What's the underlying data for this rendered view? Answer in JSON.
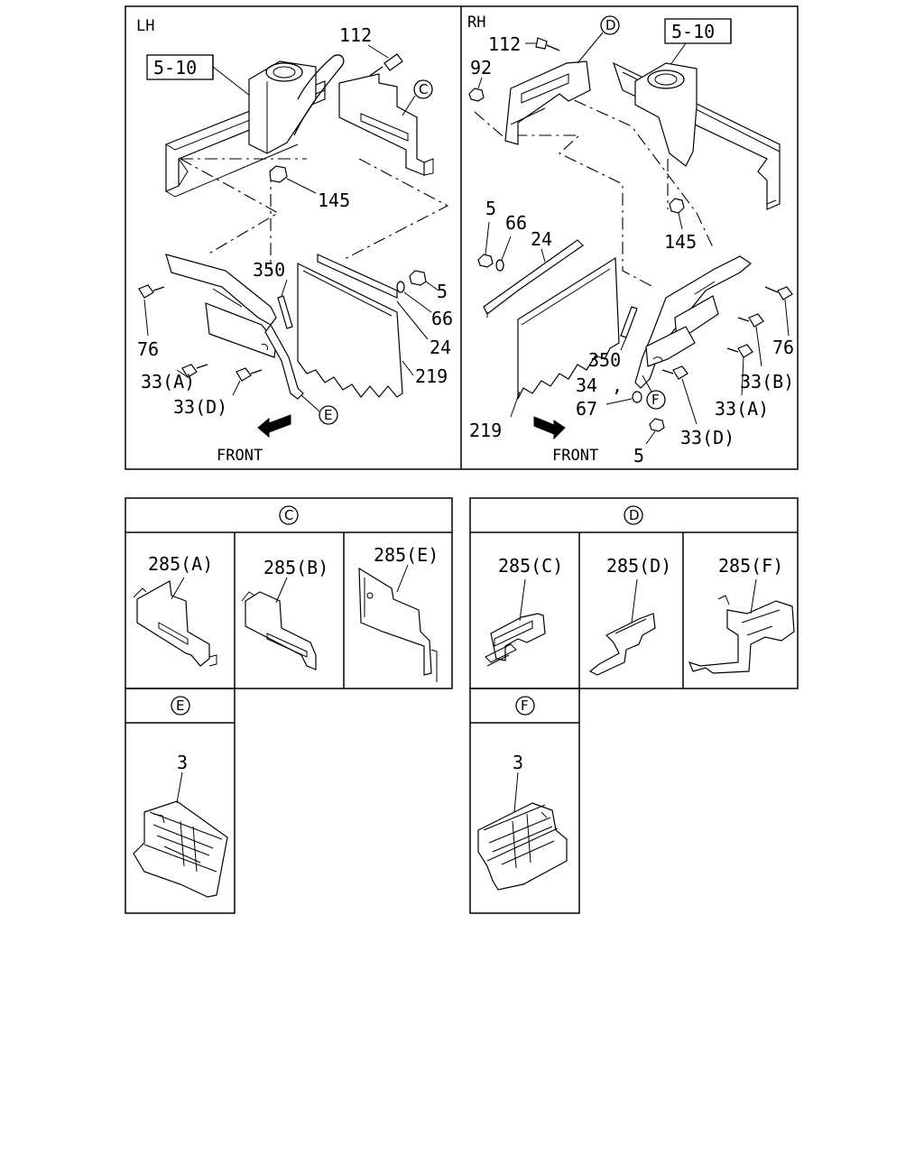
{
  "lh": {
    "side_label": "LH",
    "ref_box": "5-10",
    "front": "FRONT",
    "labels": {
      "p112": "112",
      "p145": "145",
      "p350": "350",
      "p5": "5",
      "p66": "66",
      "p24": "24",
      "p219": "219",
      "p76": "76",
      "p33a": "33(A)",
      "p33d": "33(D)"
    },
    "callouts": {
      "c": "C",
      "e": "E"
    }
  },
  "rh": {
    "side_label": "RH",
    "ref_box": "5-10",
    "front": "FRONT",
    "labels": {
      "p112": "112",
      "p92": "92",
      "p145": "145",
      "p5top": "5",
      "p66": "66",
      "p24": "24",
      "p350": "350",
      "p76": "76",
      "p33b": "33(B)",
      "p33a": "33(A)",
      "p34": "34",
      "p67": "67",
      "p219": "219",
      "p33d": "33(D)",
      "p5bottom": "5"
    },
    "callouts": {
      "d": "D",
      "f": "F"
    }
  },
  "detail_c": {
    "header": "C",
    "parts": [
      "285(A)",
      "285(B)",
      "285(E)"
    ]
  },
  "detail_d": {
    "header": "D",
    "parts": [
      "285(C)",
      "285(D)",
      "285(F)"
    ]
  },
  "detail_e": {
    "header": "E",
    "part": "3"
  },
  "detail_f": {
    "header": "F",
    "part": "3"
  }
}
